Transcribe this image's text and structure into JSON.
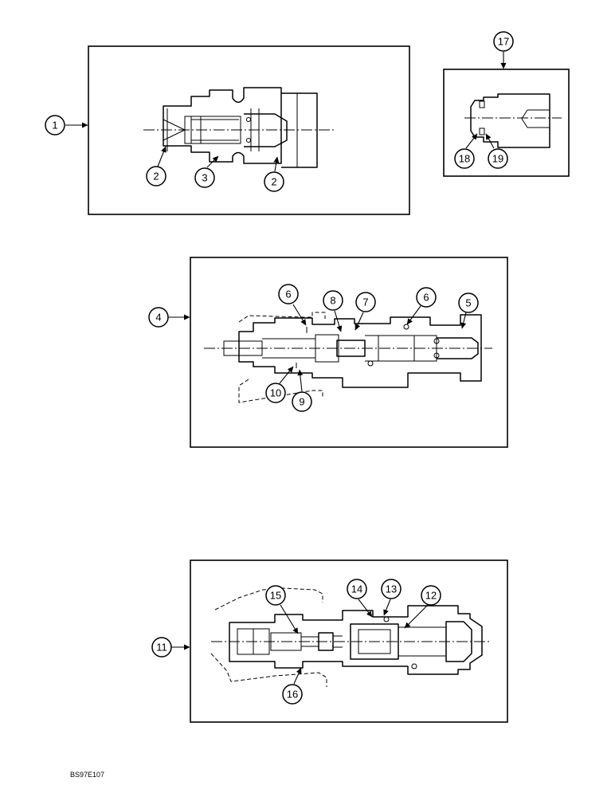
{
  "callouts": {
    "c1": "1",
    "c2a": "2",
    "c2b": "2",
    "c3": "3",
    "c4": "4",
    "c5": "5",
    "c6a": "6",
    "c6b": "6",
    "c7": "7",
    "c8": "8",
    "c9": "9",
    "c10": "10",
    "c11": "11",
    "c12": "12",
    "c13": "13",
    "c14": "14",
    "c15": "15",
    "c16": "16",
    "c17": "17",
    "c18": "18",
    "c19": "19"
  },
  "figure_code": "BS97E107"
}
